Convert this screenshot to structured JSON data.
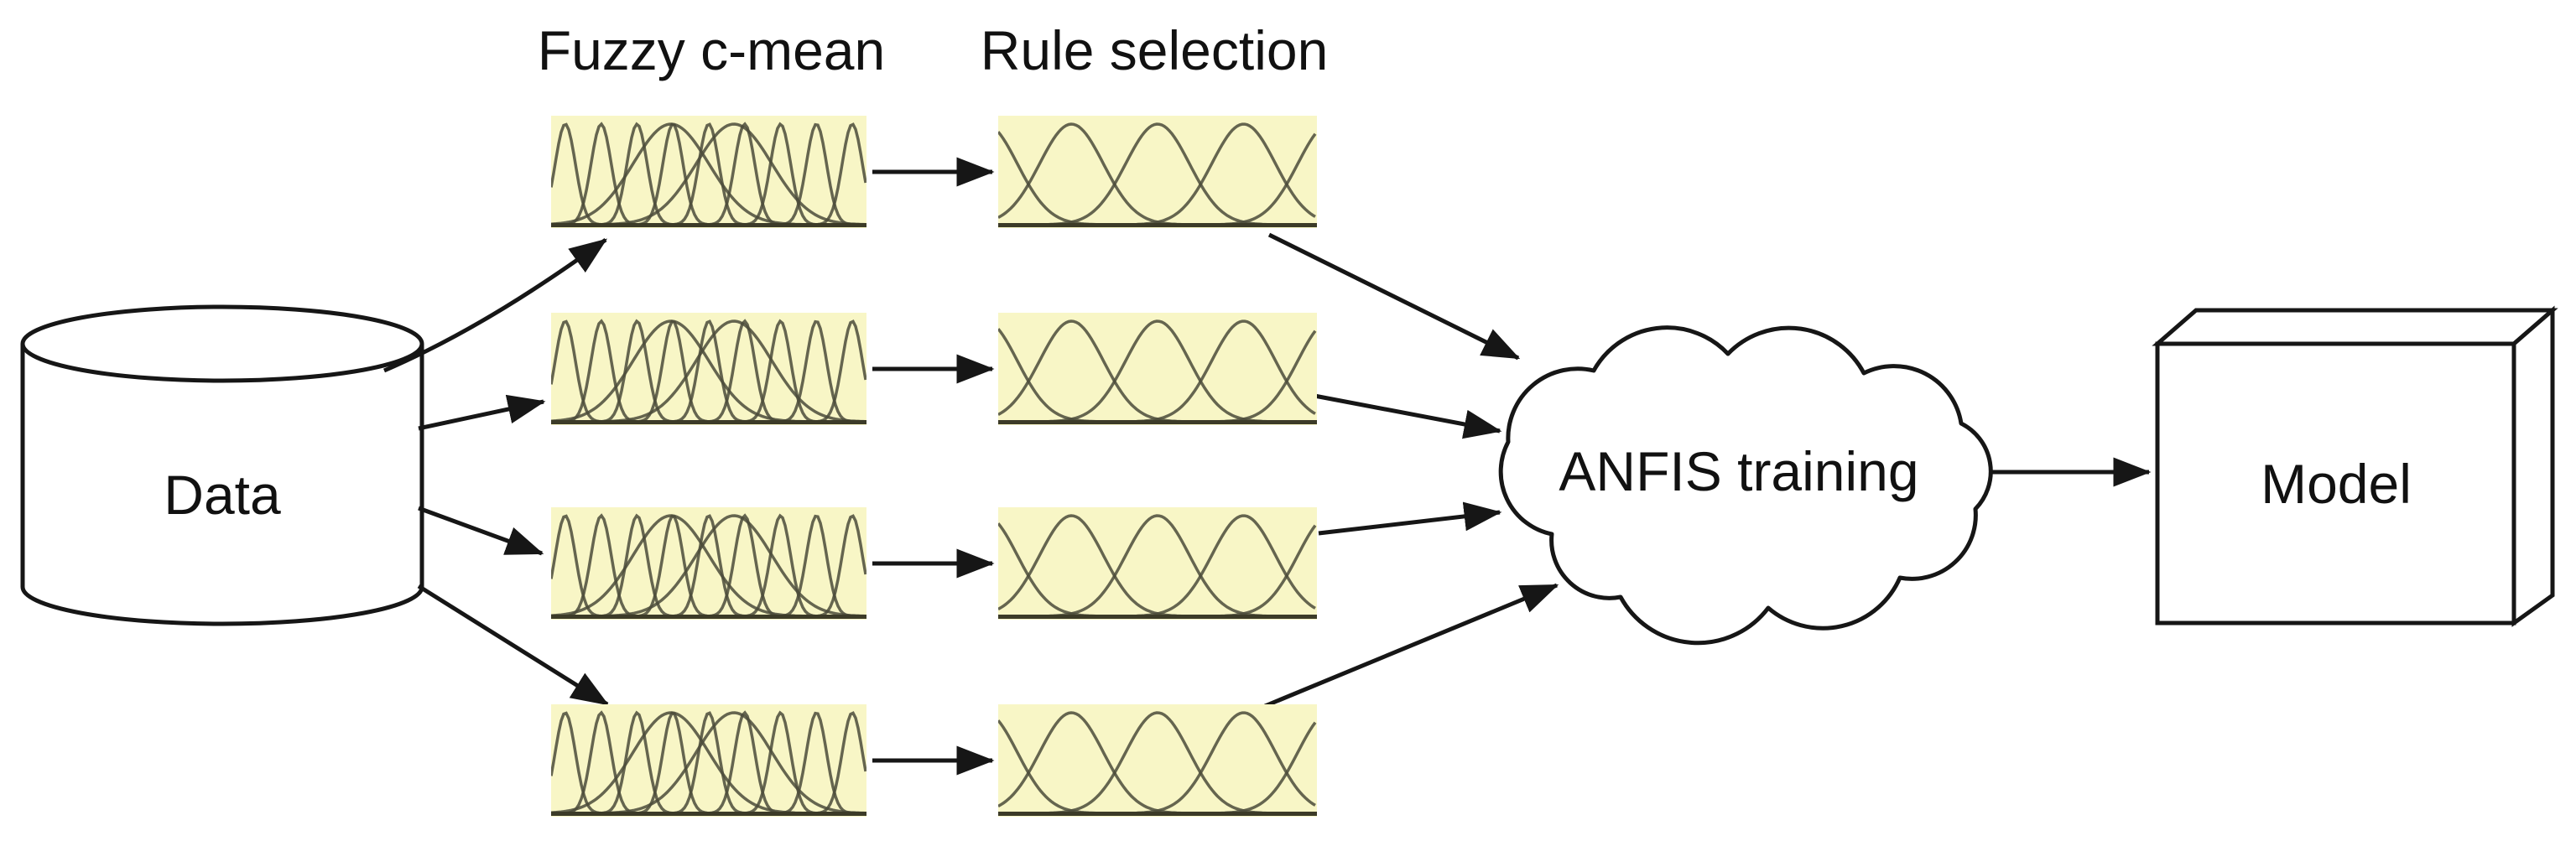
{
  "titles": {
    "fuzzy_c_mean": "Fuzzy c-mean",
    "rule_selection": "Rule selection"
  },
  "nodes": {
    "data_store": "Data",
    "anfis_cloud": "ANFIS training",
    "model_box": "Model"
  },
  "colors": {
    "box_fill": "#f8f6c6",
    "curve": "#4b4b3a",
    "baseline": "#3c3b28",
    "line": "#161616",
    "background": "#ffffff"
  },
  "mf_plots": {
    "rows": 4,
    "fuzzy": {
      "narrow_bells": 9,
      "wide_bells": 2
    },
    "rule": {
      "bells": 5
    }
  }
}
